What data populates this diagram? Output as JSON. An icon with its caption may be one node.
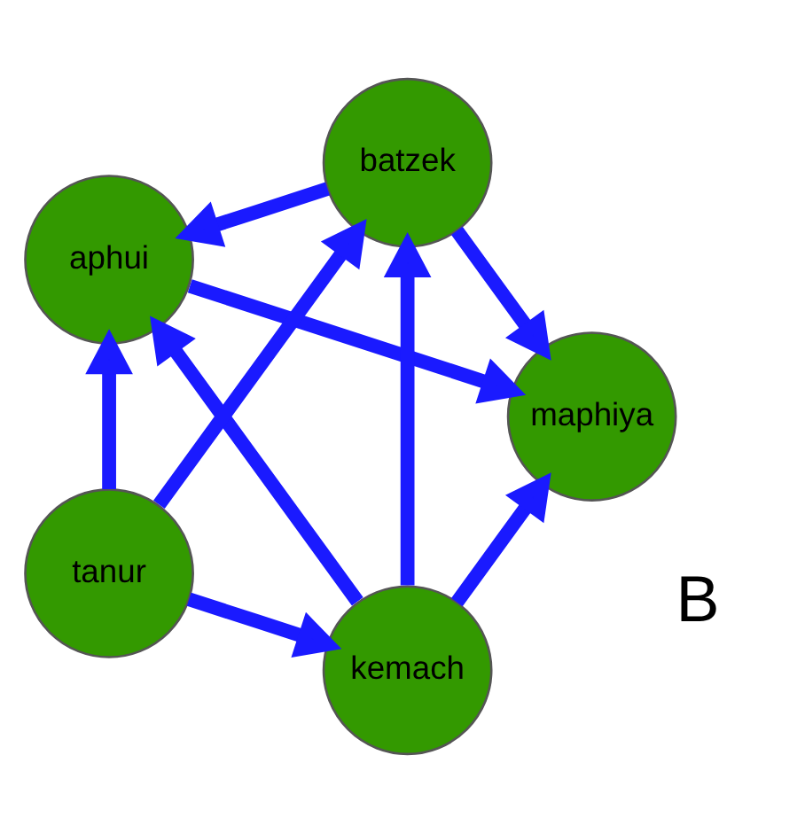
{
  "diagram": {
    "nodes": [
      {
        "text": [
          "maphiya"
        ]
      },
      {
        "text": [
          "batzek"
        ]
      },
      {
        "text": [
          "aphui"
        ]
      },
      {
        "text": [
          "kemach"
        ]
      },
      {
        "text": [
          "tanur"
        ]
      }
    ],
    "edges": [
      {
        "from": 1,
        "to": 0,
        "arrow": "to"
      },
      {
        "from": 1,
        "to": 2,
        "arrow": "to"
      },
      {
        "from": 2,
        "to": 0,
        "arrow": "to"
      },
      {
        "from": 3,
        "to": 0,
        "arrow": "to"
      },
      {
        "from": 3,
        "to": 1,
        "arrow": "to"
      },
      {
        "from": 3,
        "to": 2,
        "arrow": "to"
      },
      {
        "from": 4,
        "to": 2,
        "arrow": "to"
      },
      {
        "from": 4,
        "to": 1,
        "arrow": "to"
      },
      {
        "from": 4,
        "to": 3,
        "arrow": "to"
      }
    ],
    "labels": [
      "B"
    ]
  }
}
